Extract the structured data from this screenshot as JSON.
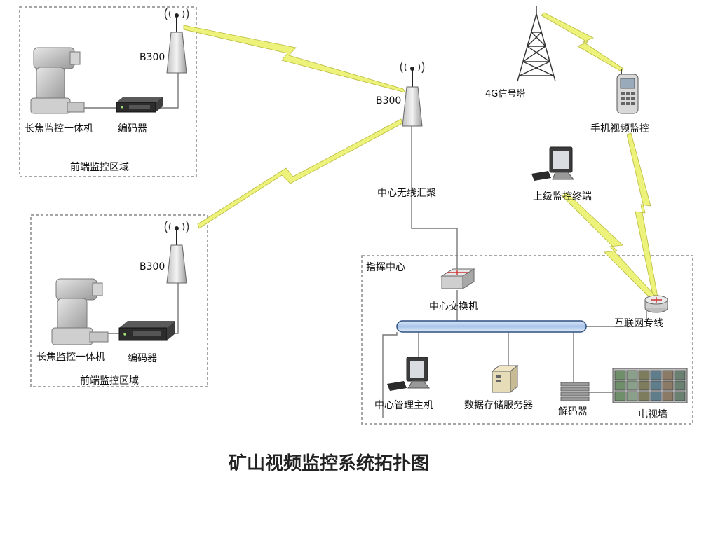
{
  "title": "矿山视频监控系统拓扑图",
  "front_zone_1": {
    "zone_label": "前端监控区域",
    "camera_label": "长焦监控一体机",
    "encoder_label": "编码器",
    "ap_label": "B300"
  },
  "front_zone_2": {
    "zone_label": "前端监控区域",
    "camera_label": "长焦监控一体机",
    "encoder_label": "编码器",
    "ap_label": "B300"
  },
  "center_ap": {
    "ap_label": "B300",
    "aggregation_label": "中心无线汇聚"
  },
  "mobile": {
    "tower_label": "4G信号塔",
    "phone_label": "手机视频监控",
    "upper_terminal_label": "上级监控终端"
  },
  "command_center": {
    "zone_label": "指挥中心",
    "switch_label": "中心交换机",
    "internet_label": "互联网专线",
    "host_label": "中心管理主机",
    "storage_label": "数据存储服务器",
    "decoder_label": "解码器",
    "tv_wall_label": "电视墙"
  },
  "colors": {
    "lightning": "#ecf27a",
    "lightning_stroke": "#c9c94a",
    "bus": "#bcd3ee",
    "bus_stroke": "#2f4f80",
    "wire": "#777777",
    "dash": "#888888"
  }
}
